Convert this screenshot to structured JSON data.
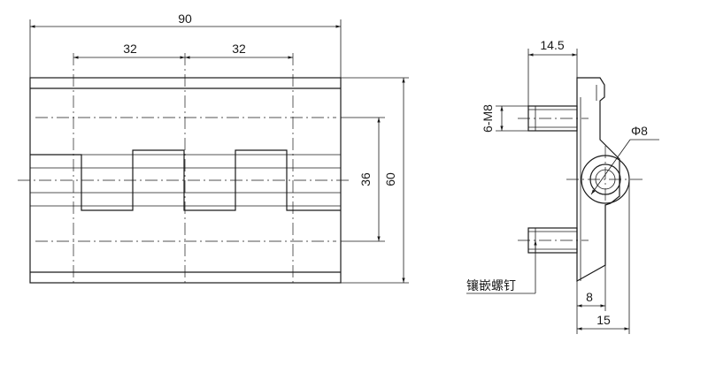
{
  "front_view": {
    "overall_width": "90",
    "pitch_left": "32",
    "pitch_right": "32",
    "inner_height": "36",
    "overall_height": "60"
  },
  "side_view": {
    "leaf_width": "14.5",
    "thread_spec": "6-M8",
    "pin_diameter": "Φ8",
    "knuckle_offset": "8",
    "total_depth": "15",
    "insert_label": "镶嵌螺钉"
  },
  "colors": {
    "line": "#1a1a1a",
    "background": "#ffffff"
  }
}
